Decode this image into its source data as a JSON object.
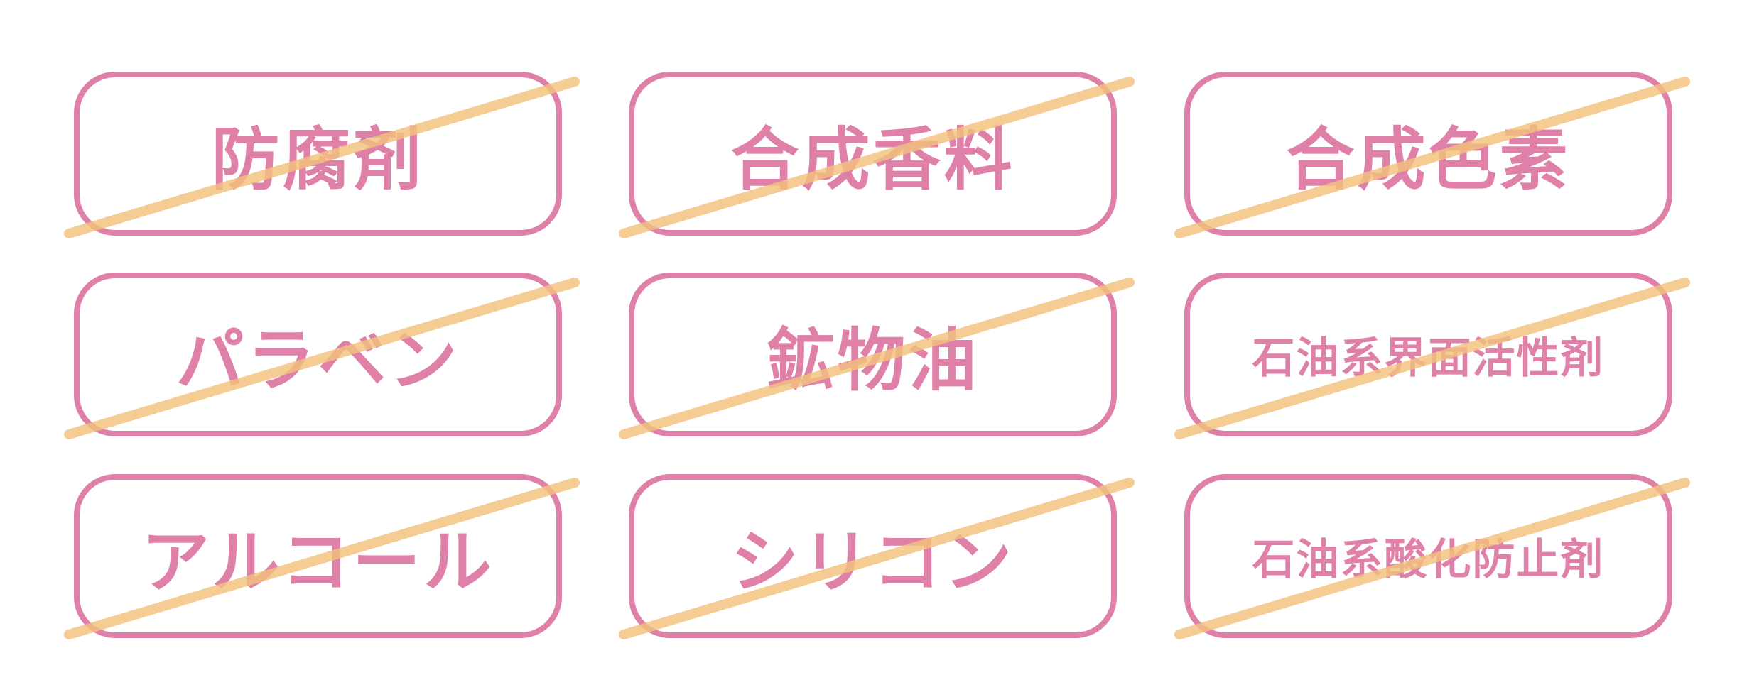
{
  "title": "Free-from ingredients",
  "items": [
    {
      "label": "防腐剤"
    },
    {
      "label": "合成香料"
    },
    {
      "label": "合成色素"
    },
    {
      "label": "パラベン"
    },
    {
      "label": "鉱物油"
    },
    {
      "label": "石油系界面活性剤"
    },
    {
      "label": "アルコール"
    },
    {
      "label": "シリコン"
    },
    {
      "label": "石油系酸化防止剤"
    }
  ],
  "colors": {
    "border": "#df80a9",
    "text": "#df80a9",
    "slash": "#f3c27d"
  }
}
